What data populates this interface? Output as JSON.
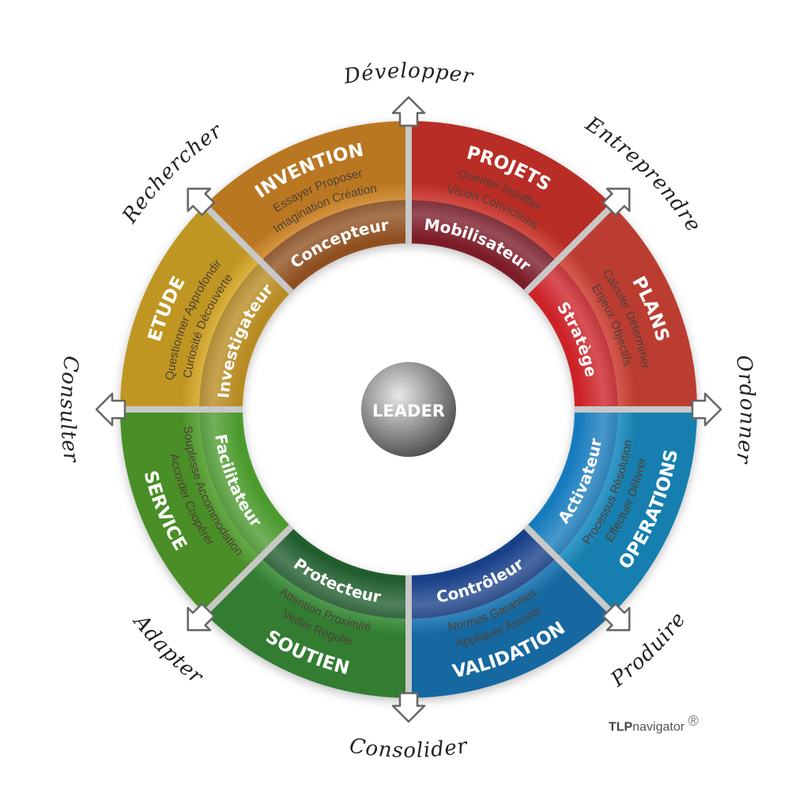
{
  "center": {
    "label": "LEADER"
  },
  "segments": [
    {
      "title": "INVENTION",
      "line1": "Essayer Proposer",
      "line2": "Imagination Création",
      "role": "Concepteur",
      "color": "#e8952a",
      "inner_color": "#8e4e1e"
    },
    {
      "title": "PROJETS",
      "line1": "Orienter Insuffler",
      "line2": "Vision Convictions",
      "role": "Mobilisateur",
      "color": "#e63a30",
      "inner_color": "#7a1a26"
    },
    {
      "title": "PLANS",
      "line1": "Calculer Déterminer",
      "line2": "Enjeux Objectifs",
      "role": "Stratège",
      "color": "#ea4c3e",
      "inner_color": "#cc2026"
    },
    {
      "title": "OPERATIONS",
      "line1": "Processus Résolution",
      "line2": "Effectuer Délivrer",
      "role": "Activateur",
      "color": "#1f9fdb",
      "inner_color": "#167bbd"
    },
    {
      "title": "VALIDATION",
      "line1": "Normes Garanties",
      "line2": "Appliquer Assurer",
      "role": "Contrôleur",
      "color": "#1b82c8",
      "inner_color": "#173f88"
    },
    {
      "title": "SOUTIEN",
      "line1": "Attention Proximité",
      "line2": "Veiller Réguler",
      "role": "Protecteur",
      "color": "#3c9c3c",
      "inner_color": "#1f5c2c"
    },
    {
      "title": "SERVICE",
      "line1": "Souplesse Accommodation",
      "line2": "Accorder Coopérer",
      "role": "Facilitateur",
      "color": "#5cb232",
      "inner_color": "#4a9a2c"
    },
    {
      "title": "ETUDE",
      "line1": "Questionner Approfondir",
      "line2": "Curiosité Découverte",
      "role": "Investigateur",
      "color": "#f0bc2a",
      "inner_color": "#b88a20"
    }
  ],
  "verbs": [
    "Développer",
    "Entreprendre",
    "Ordonner",
    "Produire",
    "Consolider",
    "Adapter",
    "Consulter",
    "Rechercher"
  ],
  "brand": {
    "bold": "TLP",
    "rest": "navigator",
    "mark": "®"
  }
}
